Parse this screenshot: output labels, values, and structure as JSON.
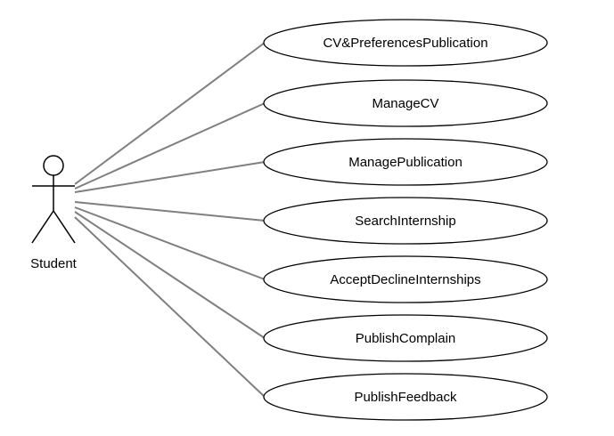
{
  "diagram": {
    "type": "use-case",
    "actor": {
      "name": "Student",
      "icon": "stick-figure-icon"
    },
    "use_cases": [
      {
        "label": "CV&PreferencesPublication"
      },
      {
        "label": "ManageCV"
      },
      {
        "label": "ManagePublication"
      },
      {
        "label": "SearchInternship"
      },
      {
        "label": "AcceptDeclineInternships"
      },
      {
        "label": "PublishComplain"
      },
      {
        "label": "PublishFeedback"
      }
    ],
    "colors": {
      "stroke": "#000000",
      "association": "#7f7f7f",
      "fill": "#ffffff"
    }
  }
}
